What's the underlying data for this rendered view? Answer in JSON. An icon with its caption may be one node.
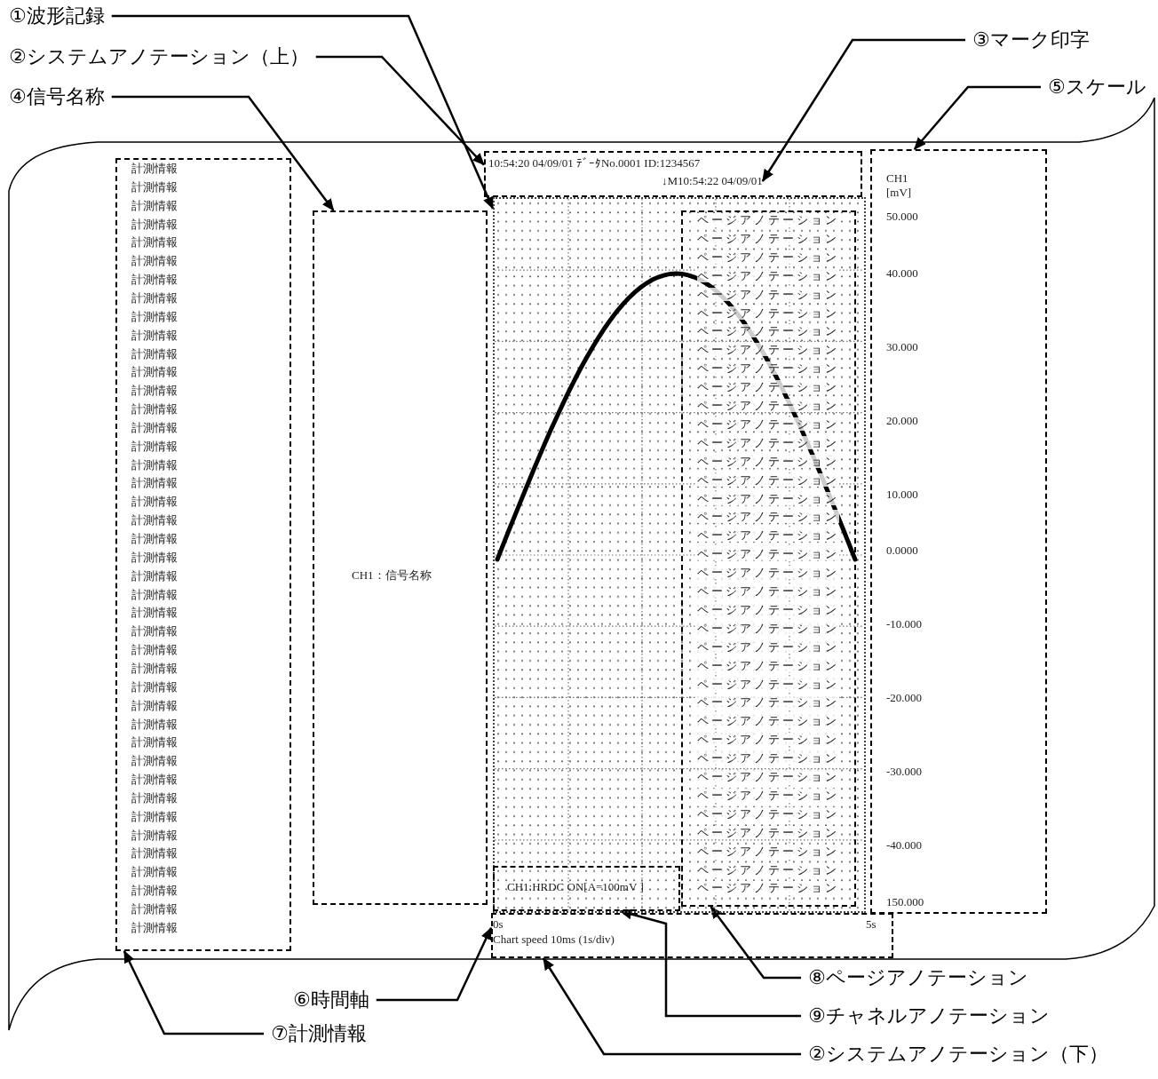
{
  "diagram": {
    "nodes": [
      {
        "text": [
          "①波形記録"
        ]
      },
      {
        "text": [
          "②システムアノテーション（上）"
        ]
      },
      {
        "text": [
          "③マーク印字"
        ]
      },
      {
        "text": [
          "④信号名称"
        ]
      },
      {
        "text": [
          "⑤スケール"
        ]
      },
      {
        "text": [
          "⑥時間軸"
        ]
      },
      {
        "text": [
          "⑦計測情報"
        ]
      },
      {
        "text": [
          "⑧ページアノテーション"
        ]
      },
      {
        "text": [
          "⑨チャネルアノテーション"
        ]
      },
      {
        "text": [
          "②システムアノテーション（下）"
        ]
      },
      {
        "text": [
          "計測情報",
          "計測情報",
          "計測情報",
          "計測情報",
          "計測情報",
          "計測情報",
          "計測情報",
          "計測情報",
          "計測情報",
          "計測情報",
          "計測情報",
          "計測情報",
          "計測情報",
          "計測情報",
          "計測情報",
          "計測情報",
          "計測情報",
          "計測情報",
          "計測情報",
          "計測情報",
          "計測情報",
          "計測情報",
          "計測情報",
          "計測情報",
          "計測情報",
          "計測情報",
          "計測情報",
          "計測情報",
          "計測情報",
          "計測情報",
          "計測情報",
          "計測情報",
          "計測情報",
          "計測情報",
          "計測情報",
          "計測情報",
          "計測情報",
          "計測情報",
          "計測情報",
          "計測情報",
          "計測情報",
          "計測情報"
        ]
      },
      {
        "text": [
          "CH1：信号名称"
        ]
      },
      {
        "text": [
          "10:54:20 04/09/01 ﾃﾞｰﾀNo.0001 ID:1234567"
        ]
      },
      {
        "text": [
          "↓M10:54:22 04/09/01"
        ],
        "in": 12
      },
      {
        "text": [],
        "shape": "picture"
      },
      {
        "text": [
          "ページアノテーション",
          "ページアノテーション",
          "ページアノテーション",
          "ページアノテーション",
          "ページアノテーション",
          "ページアノテーション",
          "ページアノテーション",
          "ページアノテーション",
          "ページアノテーション",
          "ページアノテーション",
          "ページアノテーション",
          "ページアノテーション",
          "ページアノテーション",
          "ページアノテーション",
          "ページアノテーション",
          "ページアノテーション",
          "ページアノテーション",
          "ページアノテーション",
          "ページアノテーション",
          "ページアノテーション",
          "ページアノテーション",
          "ページアノテーション",
          "ページアノテーション",
          "ページアノテーション",
          "ページアノテーション",
          "ページアノテーション",
          "ページアノテーション",
          "ページアノテーション",
          "ページアノテーション",
          "ページアノテーション",
          "ページアノテーション",
          "ページアノテーション",
          "ページアノテーション",
          "ページアノテーション",
          "ページアノテーション",
          "ページアノテーション",
          "ページアノテーション"
        ],
        "in": 14
      },
      {
        "text": [
          "CH1:HRDC ON[A=100mV ]"
        ],
        "in": 14
      },
      {
        "text": [
          "CH1",
          "[mV]",
          "50.000",
          "40.000",
          "30.000",
          "20.000",
          "10.000",
          "0.0000",
          "-10.000",
          "-20.000",
          "-30.000",
          "-40.000",
          "150.000"
        ]
      },
      {
        "text": [
          "0s",
          "5s",
          "Chart speed 10ms (1s/div)"
        ]
      }
    ],
    "edges": [
      {
        "from": 0,
        "to": 14,
        "arrow": "to"
      },
      {
        "from": 1,
        "to": 12,
        "arrow": "to"
      },
      {
        "from": 2,
        "to": 13,
        "arrow": "to"
      },
      {
        "from": 3,
        "to": 11,
        "arrow": "to"
      },
      {
        "from": 4,
        "to": 17,
        "arrow": "to"
      },
      {
        "from": 5,
        "to": 18,
        "arrow": "to"
      },
      {
        "from": 6,
        "to": 10,
        "arrow": "to"
      },
      {
        "from": 7,
        "to": 15,
        "arrow": "to"
      },
      {
        "from": 8,
        "to": 16,
        "arrow": "to"
      },
      {
        "from": 9,
        "to": 18,
        "arrow": "to"
      }
    ]
  }
}
